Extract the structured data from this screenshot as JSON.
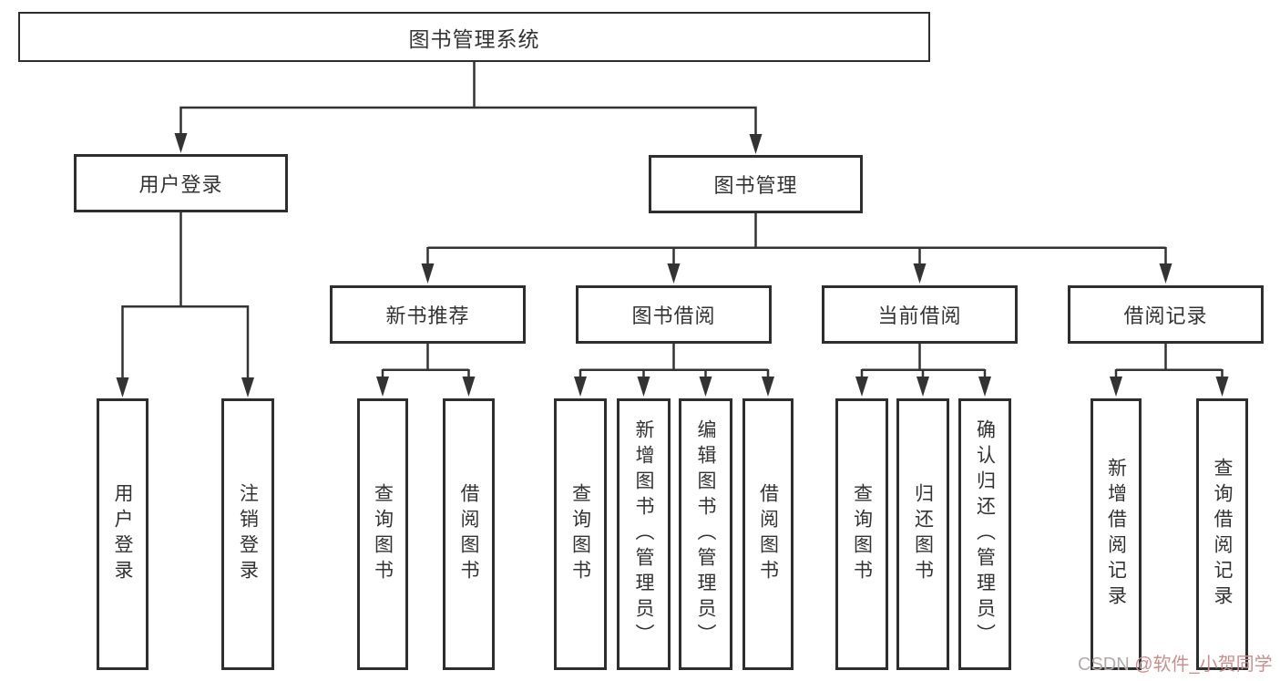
{
  "tree": {
    "root": "图书管理系统",
    "user_login": "用户登录",
    "book_mgmt": "图书管理",
    "modules": [
      "新书推荐",
      "图书借阅",
      "当前借阅",
      "借阅记录"
    ],
    "user_login_children": [
      "用户登录",
      "注销登录"
    ],
    "new_book_children": [
      "查询图书",
      "借阅图书"
    ],
    "book_borrow_children": [
      "查询图书",
      "新增图书（管理员）",
      "编辑图书（管理员）",
      "借阅图书"
    ],
    "current_borrow_children": [
      "查询图书",
      "归还图书",
      "确认归还（管理员）"
    ],
    "borrow_record_children": [
      "新增借阅记录",
      "查询借阅记录"
    ]
  },
  "watermark": {
    "prefix": "CSDN ",
    "handle": "@软件_小贺同学"
  },
  "colors": {
    "line": "#333333",
    "box_border": "#2e2e2e",
    "text": "#333333",
    "watermark_prefix": "#b3abab",
    "watermark_handle": "#c98f8f"
  }
}
